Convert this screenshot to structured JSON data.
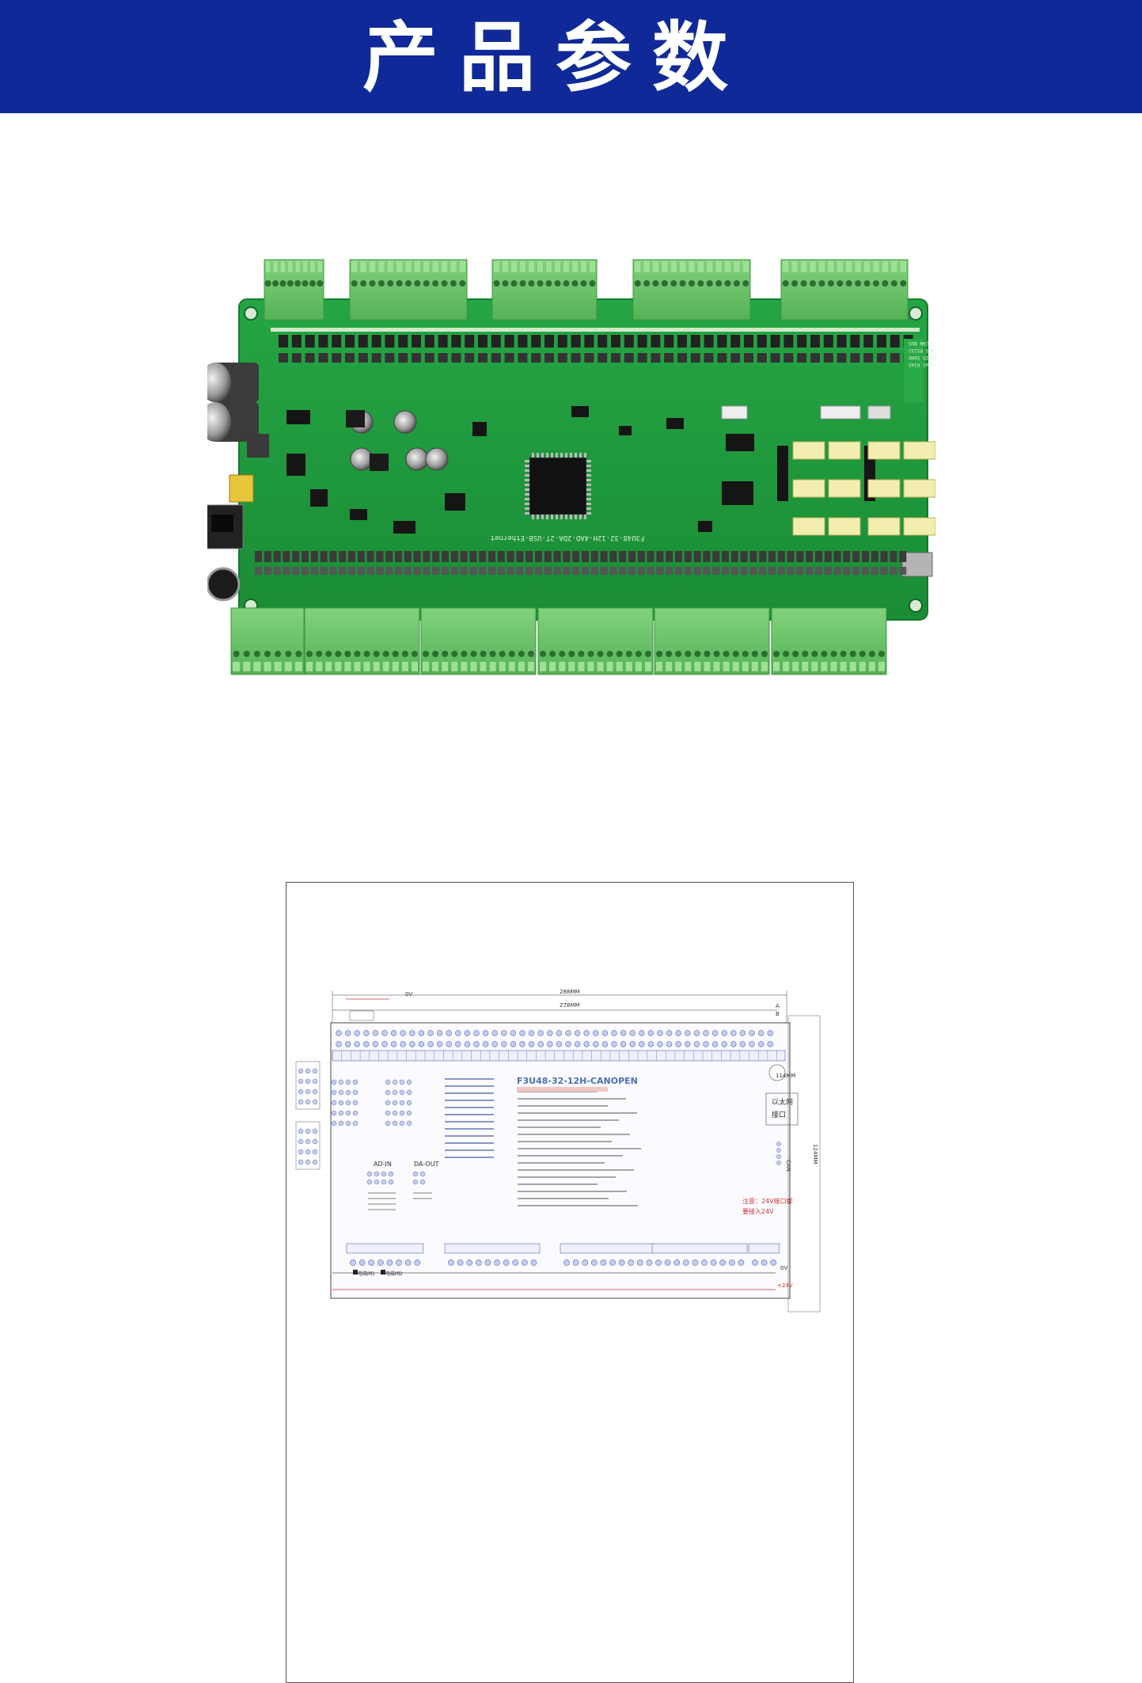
{
  "header": {
    "title": "产品参数",
    "color": "#0f2a98"
  },
  "product_photo": {
    "board_label": "F3U48-32-12H-4AD-2DA-2T-USB-Ethernet",
    "ic_labels": [
      "CAN BUS",
      "RS485 RS232",
      "12AXIS 500K",
      "Ethernet RJ45"
    ],
    "pcb_color": "#1e9a3c",
    "terminal_color": "#6cc46a"
  },
  "drawing": {
    "model_label": "F3U48-32-12H-CANOPEN",
    "dim_overall": "288MM",
    "dim_inner": "278MM",
    "dim_height": "114MM",
    "dim_right": "124MM",
    "label_0v_top": "0V",
    "ethernet_label": "以太网\n接口",
    "ad_label": "AD-IN",
    "da_label": "DA-OUT",
    "power_note": "注意：24V接口都\n要接入24V",
    "label_0v": "0V",
    "label_24v": "+24V",
    "mark_a": "A",
    "mark_b": "B",
    "can_label": "CAN",
    "motor_label_1": "电磁阀1",
    "motor_label_2": "电磁阀2"
  }
}
